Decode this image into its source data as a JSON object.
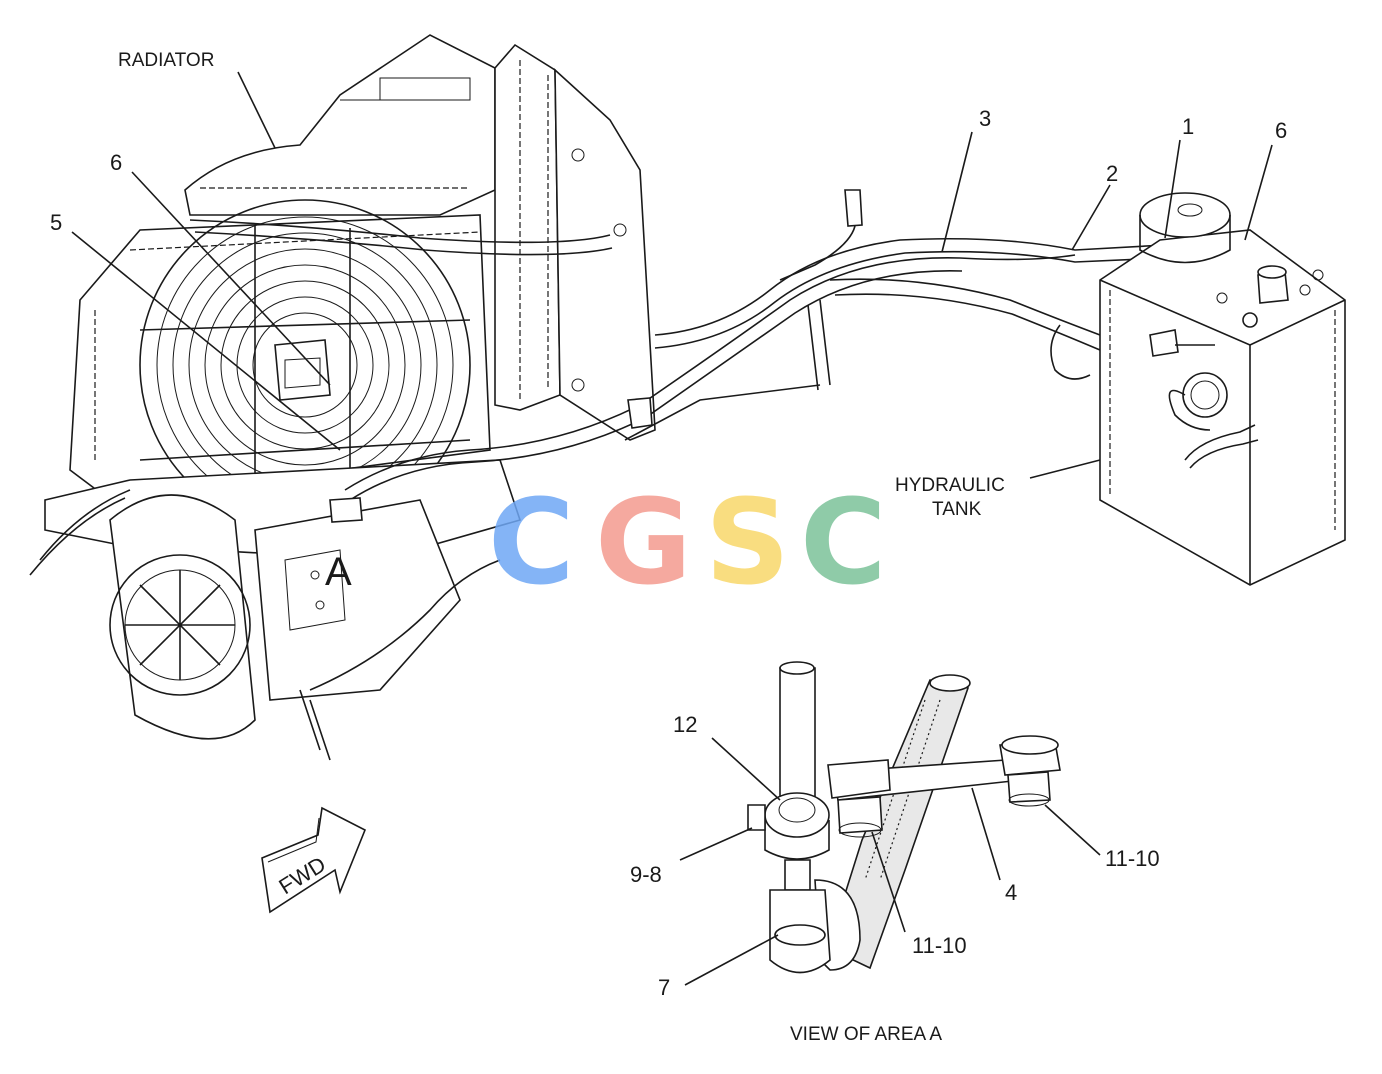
{
  "labels": {
    "radiator": "RADIATOR",
    "hydraulic_tank_line1": "HYDRAULIC",
    "hydraulic_tank_line2": "TANK",
    "area_marker": "A",
    "view_caption": "VIEW OF AREA A",
    "fwd": "FWD"
  },
  "callouts": {
    "c1": "1",
    "c2": "2",
    "c3": "3",
    "c4": "4",
    "c5": "5",
    "c6_left": "6",
    "c6_right": "6",
    "c7": "7",
    "c9_8": "9-8",
    "c11_10_a": "11-10",
    "c11_10_b": "11-10",
    "c12": "12"
  },
  "watermark": {
    "letters": [
      "C",
      "G",
      "S",
      "C"
    ],
    "colors": [
      "#6fa8f5",
      "#f49b8f",
      "#f9d86a",
      "#7cc39a"
    ]
  }
}
